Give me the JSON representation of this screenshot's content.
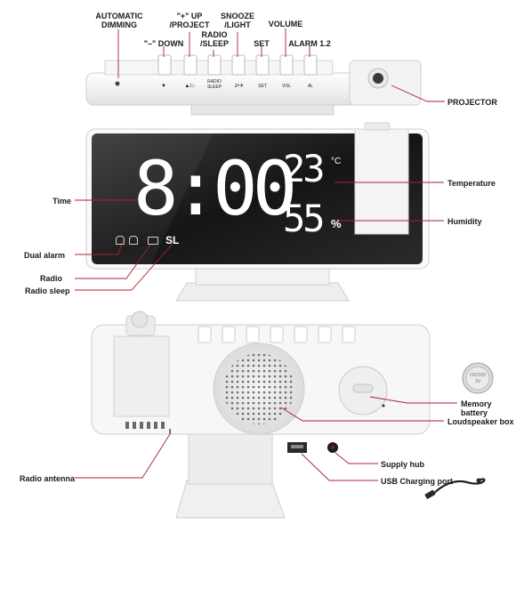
{
  "labels": {
    "automatic_dimming": "AUTOMATIC\nDIMMING",
    "down": "\"–\" DOWN",
    "up_project": "\"+\" UP\n/PROJECT",
    "radio_sleep": "RADIO\n/SLEEP",
    "snooze_light": "SNOOZE\n/LIGHT",
    "set": "SET",
    "volume": "VOLUME",
    "alarm": "ALARM 1.2",
    "projector": "PROJECTOR",
    "time": "Time",
    "temperature": "Temperature",
    "humidity": "Humidity",
    "dual_alarm": "Dual alarm",
    "radio": "Radio",
    "radio_sleep_bottom": "Radio sleep",
    "memory_battery": "Memory battery",
    "loudspeaker_box": "Loudspeaker box",
    "supply_hub": "Supply hub",
    "usb_port": "USB Charging port",
    "radio_antenna": "Radio antenna"
  },
  "buttons_top": {
    "down_mark": "▼",
    "up_mark": "▲/⌂",
    "radio_mark": "RADIO\nSLEEP",
    "snooze_mark": "z•☀",
    "set_mark": "SET",
    "vol_mark": "VOL",
    "al_mark": "AL"
  },
  "display": {
    "time": "8:00",
    "temperature": "23",
    "temp_unit": "°C",
    "humidity": "55",
    "humidity_unit": "%",
    "sl": "SL"
  },
  "colors": {
    "leader": "#a8232c",
    "device": "#f2f2f2",
    "screen": "#1e1e1e"
  }
}
